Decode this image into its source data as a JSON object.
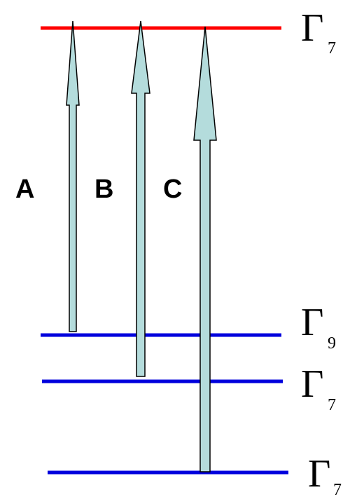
{
  "colors": {
    "upper_level": "#ff0000",
    "lower_level": "#0000dd",
    "arrow_fill": "#b4dcdc",
    "arrow_stroke": "#000000",
    "text": "#000000"
  },
  "levels": {
    "upper": {
      "symbol": "Γ",
      "subscript": "7"
    },
    "gamma9": {
      "symbol": "Γ",
      "subscript": "9"
    },
    "gamma7_mid": {
      "symbol": "Γ",
      "subscript": "7"
    },
    "gamma7_low": {
      "symbol": "Γ",
      "subscript": "7"
    }
  },
  "transitions": {
    "a": {
      "label": "A"
    },
    "b": {
      "label": "B"
    },
    "c": {
      "label": "C"
    }
  }
}
